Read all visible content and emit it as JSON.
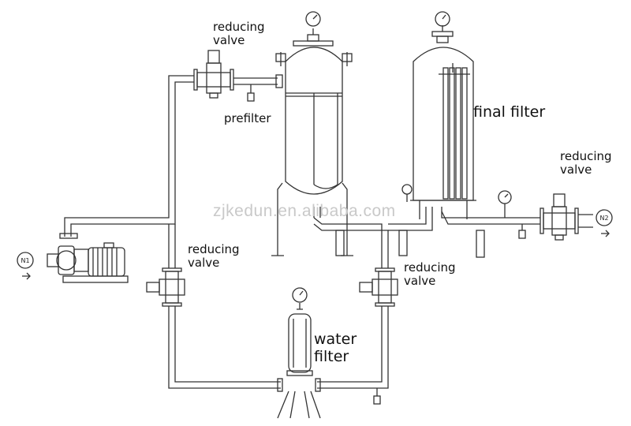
{
  "labels": {
    "reducing_valve_top": [
      "reducing",
      "valve"
    ],
    "prefilter": "prefilter",
    "final_filter": "final filter",
    "reducing_valve_right": [
      "reducing",
      "valve"
    ],
    "reducing_valve_left": [
      "reducing",
      "valve"
    ],
    "reducing_valve_mid": [
      "reducing",
      "valve"
    ],
    "water_filter": [
      "water",
      "filter"
    ]
  },
  "ports": {
    "inlet": "N1",
    "outlet": "N2"
  },
  "watermark": "zjkedun.en.alibaba.com"
}
